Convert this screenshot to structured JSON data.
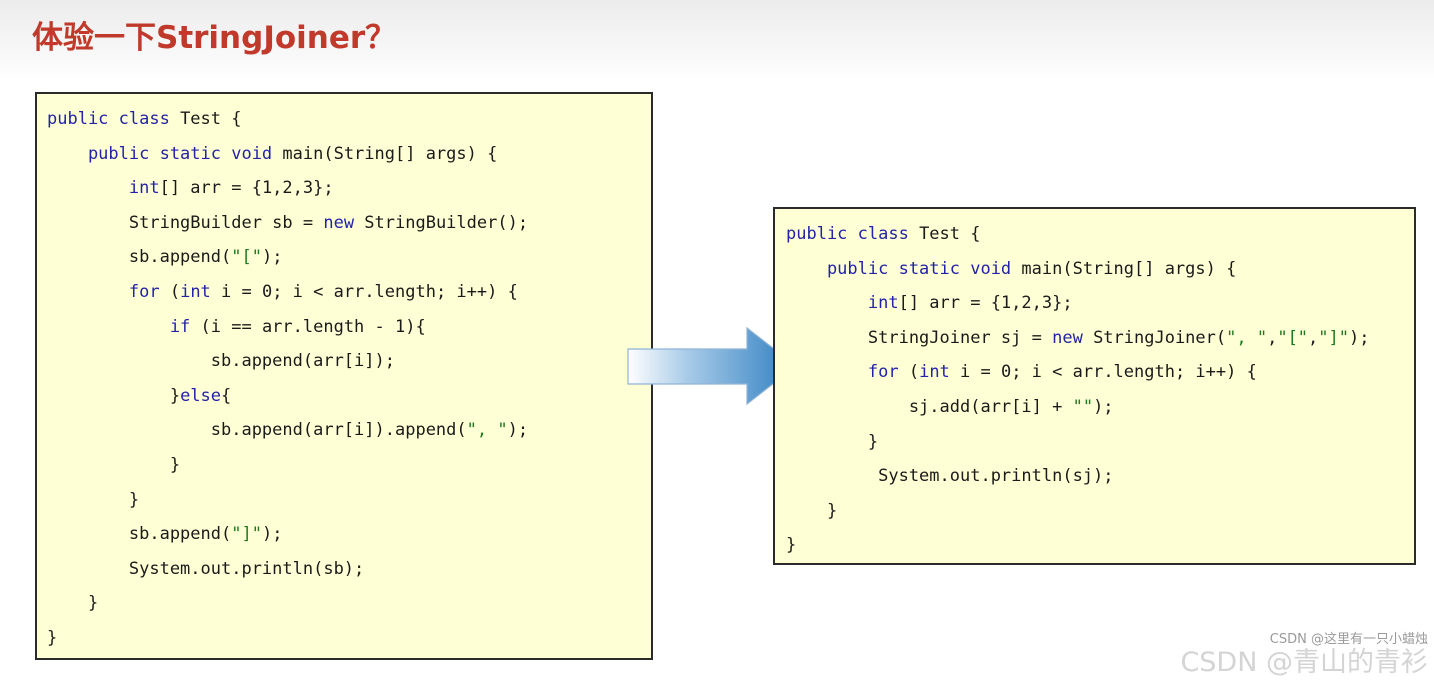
{
  "slide": {
    "title": "体验一下StringJoiner？"
  },
  "colors": {
    "title": "#c0392b",
    "code_bg": "#ffffd5",
    "keyword": "#2323a8",
    "string": "#1f7a1f",
    "text": "#1a1a1a",
    "arrow": "#2f7fc1"
  },
  "left_code": {
    "lines": [
      [
        {
          "t": "public class ",
          "k": "kw"
        },
        {
          "t": "Test {",
          "k": "plain"
        }
      ],
      [
        {
          "t": "    public static void ",
          "k": "kw"
        },
        {
          "t": "main(String[] args) {",
          "k": "plain"
        }
      ],
      [
        {
          "t": "        int",
          "k": "kw"
        },
        {
          "t": "[] arr = {1,2,3};",
          "k": "plain"
        }
      ],
      [
        {
          "t": "        StringBuilder sb = ",
          "k": "plain"
        },
        {
          "t": "new ",
          "k": "kw"
        },
        {
          "t": "StringBuilder();",
          "k": "plain"
        }
      ],
      [
        {
          "t": "        sb.append(",
          "k": "plain"
        },
        {
          "t": "\"[\"",
          "k": "str"
        },
        {
          "t": ");",
          "k": "plain"
        }
      ],
      [
        {
          "t": "        for ",
          "k": "kw"
        },
        {
          "t": "(",
          "k": "plain"
        },
        {
          "t": "int ",
          "k": "kw"
        },
        {
          "t": "i = 0; i < arr.length; i++) {",
          "k": "plain"
        }
      ],
      [
        {
          "t": "            if ",
          "k": "kw"
        },
        {
          "t": "(i == arr.length - 1){",
          "k": "plain"
        }
      ],
      [
        {
          "t": "                sb.append(arr[i]);",
          "k": "plain"
        }
      ],
      [
        {
          "t": "            }",
          "k": "plain"
        },
        {
          "t": "else",
          "k": "kw"
        },
        {
          "t": "{",
          "k": "plain"
        }
      ],
      [
        {
          "t": "                sb.append(arr[i]).append(",
          "k": "plain"
        },
        {
          "t": "\", \"",
          "k": "str"
        },
        {
          "t": ");",
          "k": "plain"
        }
      ],
      [
        {
          "t": "            }",
          "k": "plain"
        }
      ],
      [
        {
          "t": "        }",
          "k": "plain"
        }
      ],
      [
        {
          "t": "        sb.append(",
          "k": "plain"
        },
        {
          "t": "\"]\"",
          "k": "str"
        },
        {
          "t": ");",
          "k": "plain"
        }
      ],
      [
        {
          "t": "        System.out.println(sb);",
          "k": "plain"
        }
      ],
      [
        {
          "t": "    }",
          "k": "plain"
        }
      ],
      [
        {
          "t": "}",
          "k": "plain"
        }
      ]
    ]
  },
  "right_code": {
    "lines": [
      [
        {
          "t": "public class ",
          "k": "kw"
        },
        {
          "t": "Test {",
          "k": "plain"
        }
      ],
      [
        {
          "t": "    public static void ",
          "k": "kw"
        },
        {
          "t": "main(String[] args) {",
          "k": "plain"
        }
      ],
      [
        {
          "t": "        int",
          "k": "kw"
        },
        {
          "t": "[] arr = {1,2,3};",
          "k": "plain"
        }
      ],
      [
        {
          "t": "        StringJoiner sj = ",
          "k": "plain"
        },
        {
          "t": "new ",
          "k": "kw"
        },
        {
          "t": "StringJoiner(",
          "k": "plain"
        },
        {
          "t": "\", \"",
          "k": "str"
        },
        {
          "t": ",",
          "k": "plain"
        },
        {
          "t": "\"[\"",
          "k": "str"
        },
        {
          "t": ",",
          "k": "plain"
        },
        {
          "t": "\"]\"",
          "k": "str"
        },
        {
          "t": ");",
          "k": "plain"
        }
      ],
      [
        {
          "t": "        for ",
          "k": "kw"
        },
        {
          "t": "(",
          "k": "plain"
        },
        {
          "t": "int ",
          "k": "kw"
        },
        {
          "t": "i = 0; i < arr.length; i++) {",
          "k": "plain"
        }
      ],
      [
        {
          "t": "            sj.add(arr[i] + ",
          "k": "plain"
        },
        {
          "t": "\"\"",
          "k": "str"
        },
        {
          "t": ");",
          "k": "plain"
        }
      ],
      [
        {
          "t": "        }",
          "k": "plain"
        }
      ],
      [
        {
          "t": "         System.out.println(sj);",
          "k": "plain"
        }
      ],
      [
        {
          "t": "    }",
          "k": "plain"
        }
      ],
      [
        {
          "t": "}",
          "k": "plain"
        }
      ]
    ]
  },
  "watermark": {
    "small": "CSDN @这里有一只小蜡烛",
    "big": "CSDN @青山的青衫"
  }
}
